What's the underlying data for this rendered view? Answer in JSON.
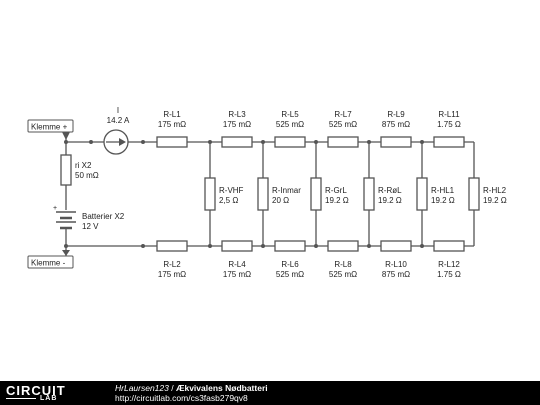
{
  "schematic": {
    "terminals": {
      "plus": "Klemme +",
      "minus": "Klemme -"
    },
    "ammeter": {
      "name": "I",
      "value": "14.2 A"
    },
    "internal_resistance": {
      "name": "ri X2",
      "value": "50 mΩ"
    },
    "battery": {
      "name": "Batterier X2",
      "value": "12 V"
    },
    "top_resistors": [
      {
        "name": "R-L1",
        "value": "175 mΩ"
      },
      {
        "name": "R-L3",
        "value": "175 mΩ"
      },
      {
        "name": "R-L5",
        "value": "525 mΩ"
      },
      {
        "name": "R-L7",
        "value": "525 mΩ"
      },
      {
        "name": "R-L9",
        "value": "875 mΩ"
      },
      {
        "name": "R-L11",
        "value": "1.75 Ω"
      }
    ],
    "bottom_resistors": [
      {
        "name": "R-L2",
        "value": "175 mΩ"
      },
      {
        "name": "R-L4",
        "value": "175 mΩ"
      },
      {
        "name": "R-L6",
        "value": "525 mΩ"
      },
      {
        "name": "R-L8",
        "value": "525 mΩ"
      },
      {
        "name": "R-L10",
        "value": "875 mΩ"
      },
      {
        "name": "R-L12",
        "value": "1.75 Ω"
      }
    ],
    "loads": [
      {
        "name": "R-VHF",
        "value": "2,5 Ω"
      },
      {
        "name": "R-Inmar",
        "value": "20 Ω"
      },
      {
        "name": "R-GrL",
        "value": "19.2 Ω"
      },
      {
        "name": "R-RøL",
        "value": "19.2 Ω"
      },
      {
        "name": "R-HL1",
        "value": "19.2 Ω"
      },
      {
        "name": "R-HL2",
        "value": "19.2 Ω"
      }
    ]
  },
  "footer": {
    "logo_top": "CIRCUIT",
    "logo_bottom": "LAB",
    "author": "HrLaursen123",
    "separator": " / ",
    "title": "Ækvivalens Nødbatteri",
    "url": "http://circuitlab.com/cs3fasb279qv8"
  }
}
